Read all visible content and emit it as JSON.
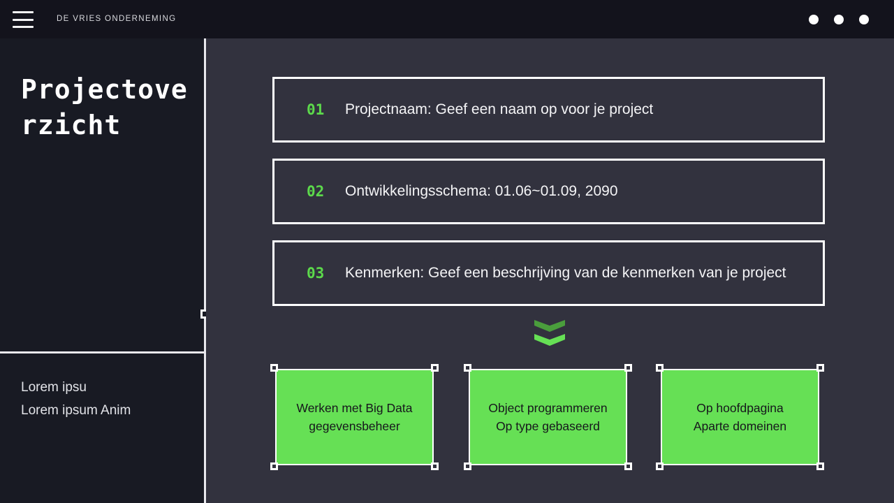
{
  "topbar": {
    "menu_icon": "hamburger-icon",
    "brand": "DE VRIES ONDERNEMING",
    "window_dots": [
      "dot-1",
      "dot-2",
      "dot-3"
    ]
  },
  "sidebar": {
    "title": "Projectoverzicht",
    "body_lines": [
      "Lorem ipsu",
      "Lorem ipsum Anim"
    ]
  },
  "main": {
    "rows": [
      {
        "num": "01",
        "text": "Projectnaam: Geef een naam op voor je project"
      },
      {
        "num": "02",
        "text": "Ontwikkelingsschema: 01.06~01.09, 2090"
      },
      {
        "num": "03",
        "text": "Kenmerken: Geef een beschrijving van de kenmerken van je project"
      }
    ],
    "divider_icon": "double-chevron-down-icon",
    "cards": [
      {
        "line1": "Werken met Big Data",
        "line2": "gegevensbeheer"
      },
      {
        "line1": "Object programmeren",
        "line2": "Op type gebaseerd"
      },
      {
        "line1": "Op hoofdpagina",
        "line2": "Aparte domeinen"
      }
    ]
  },
  "colors": {
    "accent_green": "#66e055",
    "accent_green_dark": "#4a9e3c",
    "number_green": "#5cd94b",
    "topbar_bg": "#13131c",
    "sidebar_bg": "#181a23",
    "main_bg": "#32323e",
    "outline": "#ffffff"
  }
}
